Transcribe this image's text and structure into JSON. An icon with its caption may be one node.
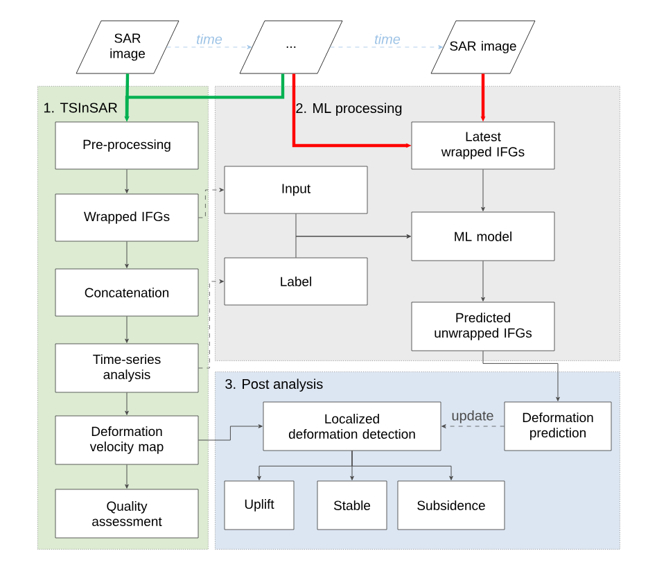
{
  "diagram": {
    "nodes": [
      {
        "text": [
          "SAR image"
        ]
      },
      {
        "text": [
          "..."
        ]
      },
      {
        "text": [
          "SAR image"
        ]
      },
      {
        "text": [
          "1. TSInSAR"
        ]
      },
      {
        "text": [
          "Pre-processing"
        ],
        "in": 3
      },
      {
        "text": [
          "Wrapped IFGs"
        ],
        "in": 3
      },
      {
        "text": [
          "Concatenation"
        ],
        "in": 3
      },
      {
        "text": [
          "Time-series analysis"
        ],
        "in": 3
      },
      {
        "text": [
          "Deformation velocity map"
        ],
        "in": 3
      },
      {
        "text": [
          "Quality assessment"
        ],
        "in": 3
      },
      {
        "text": [
          "2. ML processing"
        ]
      },
      {
        "text": [
          "Latest wrapped IFGs"
        ],
        "in": 10
      },
      {
        "text": [
          "Input"
        ],
        "in": 10
      },
      {
        "text": [
          "ML model"
        ],
        "in": 10
      },
      {
        "text": [
          "Label"
        ],
        "in": 10
      },
      {
        "text": [
          "Predicted unwrapped IFGs"
        ],
        "in": 10
      },
      {
        "text": [
          "3. Post analysis"
        ]
      },
      {
        "text": [
          "Localized deformation detection"
        ],
        "in": 16
      },
      {
        "text": [
          "Deformation prediction"
        ],
        "in": 16
      },
      {
        "text": [
          "Uplift"
        ],
        "in": 16
      },
      {
        "text": [
          "Stable"
        ],
        "in": 16
      },
      {
        "text": [
          "Subsidence"
        ],
        "in": 16
      }
    ],
    "edges": [
      {
        "from": 0,
        "to": 1,
        "arrow": "to",
        "label": "time",
        "style": "dashed",
        "color": "#9dc3e6"
      },
      {
        "from": 1,
        "to": 2,
        "arrow": "to",
        "label": "time",
        "style": "dashed",
        "color": "#9dc3e6"
      },
      {
        "from": 0,
        "to": 4,
        "arrow": "to",
        "style": "thick",
        "color": "#00b050"
      },
      {
        "from": 1,
        "to": 4,
        "arrow": "to",
        "style": "thick",
        "color": "#00b050"
      },
      {
        "from": 1,
        "to": 11,
        "arrow": "to",
        "style": "thick",
        "color": "#ff0000"
      },
      {
        "from": 2,
        "to": 11,
        "arrow": "to",
        "style": "thick",
        "color": "#ff0000"
      },
      {
        "from": 4,
        "to": 5,
        "arrow": "to"
      },
      {
        "from": 5,
        "to": 6,
        "arrow": "to"
      },
      {
        "from": 6,
        "to": 7,
        "arrow": "to"
      },
      {
        "from": 7,
        "to": 8,
        "arrow": "to"
      },
      {
        "from": 8,
        "to": 9,
        "arrow": "to"
      },
      {
        "from": 5,
        "to": 12,
        "arrow": "to",
        "style": "dashed"
      },
      {
        "from": 7,
        "to": 14,
        "arrow": "to",
        "style": "dashed"
      },
      {
        "from": 12,
        "to": 13,
        "arrow": "to"
      },
      {
        "from": 14,
        "to": 13,
        "arrow": "to"
      },
      {
        "from": 11,
        "to": 13,
        "arrow": "to"
      },
      {
        "from": 13,
        "to": 15,
        "arrow": "to"
      },
      {
        "from": 15,
        "to": 18,
        "arrow": "to"
      },
      {
        "from": 18,
        "to": 17,
        "arrow": "to",
        "label": "update",
        "style": "dashed"
      },
      {
        "from": 8,
        "to": 17,
        "arrow": "to"
      },
      {
        "from": 17,
        "to": 19,
        "arrow": "to"
      },
      {
        "from": 17,
        "to": 20,
        "arrow": "to"
      },
      {
        "from": 17,
        "to": 21,
        "arrow": "to"
      }
    ]
  }
}
